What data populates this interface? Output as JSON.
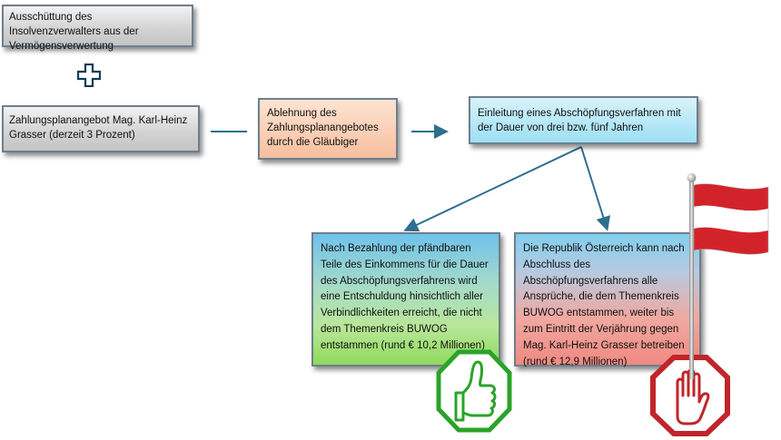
{
  "boxes": {
    "ausschuettung": "Ausschüttung des Insolvenzverwalters aus der Vermögensverwertung",
    "zahlungsplanangebot": "Zahlungsplanangebot Mag. Karl-Heinz Grasser (derzeit 3 Prozent)",
    "ablehnung": "Ablehnung des Zahlungsplanangebotes durch die Gläubiger",
    "einleitung": "Einleitung eines Abschöpfungsverfahren mit der Dauer von drei bzw. fünf Jahren",
    "entschuldung": "Nach Bezahlung der pfändbaren Teile des Einkommens für die Dauer des Abschöpfungsverfahrens wird eine Entschuldung hinsichtlich aller Verbindlichkeiten erreicht, die nicht dem Themenkreis BUWOG entstammen (rund € 10,2 Millionen)",
    "republik": "Die Republik Österreich kann nach Abschluss des Abschöpfungsverfahrens alle Ansprüche, die dem Themenkreis BUWOG entstammen, weiter bis zum Eintritt der Verjährung gegen Mag. Karl-Heinz Grasser betreiben (rund € 12,9 Millionen)"
  },
  "colors": {
    "connector": "#2e6f8e",
    "plus_outline": "#0f3b57",
    "thumbs_green": "#2aa32a",
    "stop_red": "#c0252a",
    "flag_red": "#d3232a",
    "flag_white": "#ffffff"
  },
  "icons": [
    "plus-icon",
    "thumbs-up-icon",
    "stop-hand-icon",
    "austria-flag-icon"
  ]
}
